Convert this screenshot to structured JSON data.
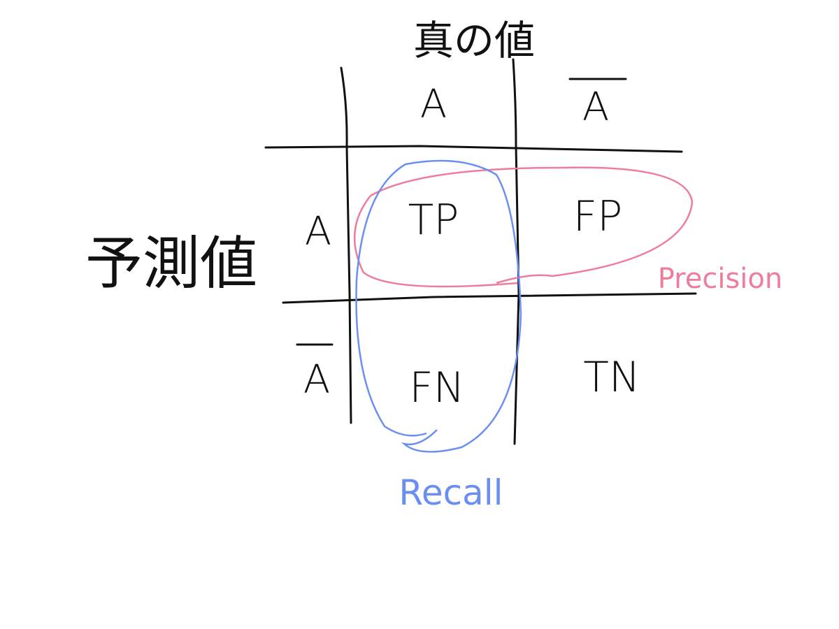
{
  "header": {
    "actual_title": "真の値"
  },
  "columns": [
    {
      "label": "A",
      "negated": false
    },
    {
      "label": "A",
      "negated": true
    }
  ],
  "side": {
    "predicted_title": "予測値"
  },
  "rows": [
    {
      "label": "A",
      "negated": false
    },
    {
      "label": "A",
      "negated": true
    }
  ],
  "cells": {
    "tp": "TP",
    "fp": "FP",
    "fn": "FN",
    "tn": "TN"
  },
  "annotations": {
    "precision": {
      "label": "Precision",
      "color": "#ee7c9a"
    },
    "recall": {
      "label": "Recall",
      "color": "#6b8ff0"
    }
  },
  "colors": {
    "ink": "#111111",
    "background": "#ffffff"
  }
}
